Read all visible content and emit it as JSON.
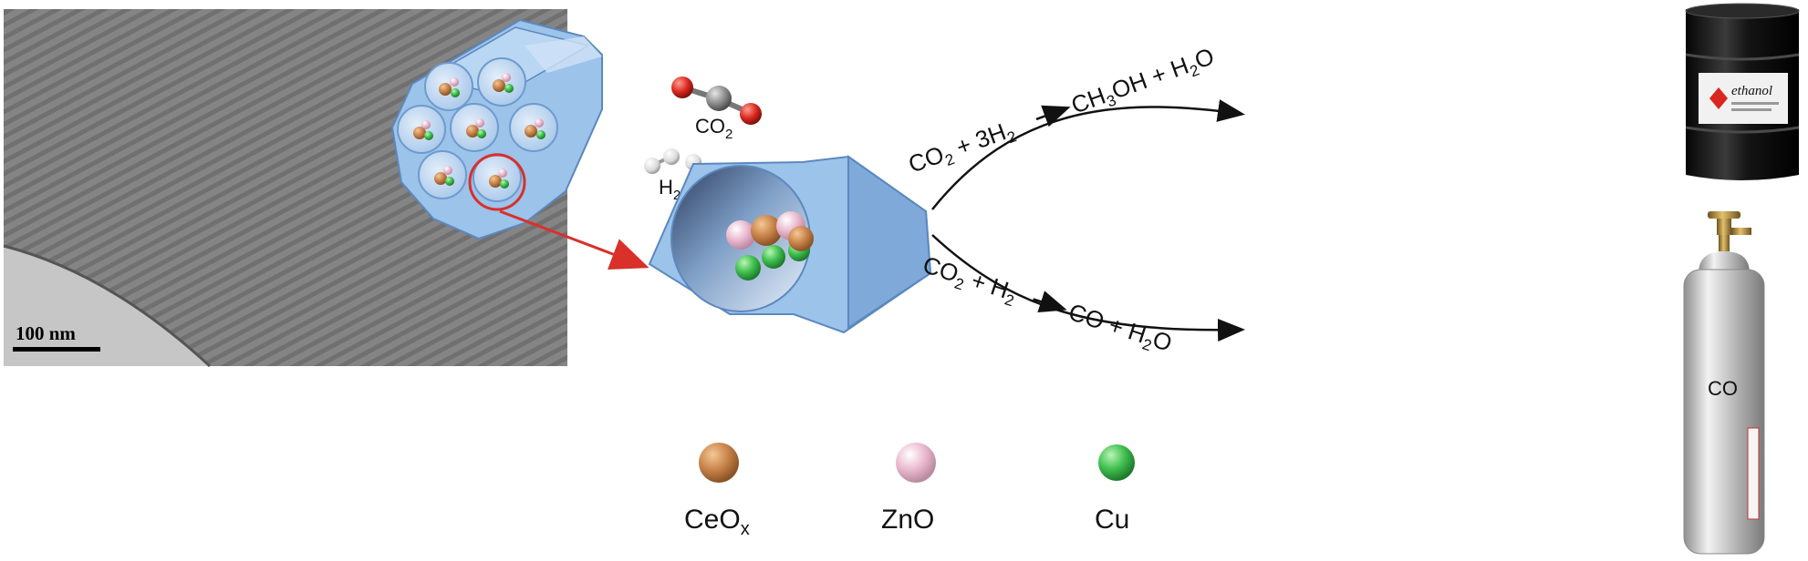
{
  "tem_image": {
    "scale_bar_label": "100 nm"
  },
  "molecules": {
    "co2_label": {
      "main": "CO",
      "sub": "2"
    },
    "h2_label": {
      "main": "H",
      "sub": "2"
    }
  },
  "reactions": [
    {
      "reactants": [
        {
          "main": "CO",
          "sub": "2"
        },
        {
          "main": " + 3H",
          "sub": "2"
        }
      ],
      "products": [
        {
          "main": "CH",
          "sub": "3"
        },
        {
          "main": "OH + H",
          "sub": "2"
        },
        {
          "main": "O",
          "sub": ""
        }
      ]
    },
    {
      "reactants": [
        {
          "main": "CO",
          "sub": "2"
        },
        {
          "main": " + H",
          "sub": "2"
        }
      ],
      "products": [
        {
          "main": "CO + H",
          "sub": "2"
        },
        {
          "main": "O",
          "sub": ""
        }
      ]
    }
  ],
  "products_images": {
    "barrel_label": "ethanol",
    "cylinder_label": "CO"
  },
  "legend": [
    {
      "label_main": "CeO",
      "label_sub": "x",
      "color": "#c8844a"
    },
    {
      "label_main": "ZnO",
      "label_sub": "",
      "color": "#eab9cf"
    },
    {
      "label_main": "Cu",
      "label_sub": "",
      "color": "#3fbf4e"
    }
  ],
  "colors": {
    "pore_fill": "#9cc3ea",
    "pore_dark": "#6e9bcd",
    "highlight_circle": "#d9302a",
    "zoom_arrow": "#d9302a",
    "oxygen": "#d9261e",
    "carbon": "#8a8a8a",
    "hydrogen": "#e8e8e8"
  }
}
